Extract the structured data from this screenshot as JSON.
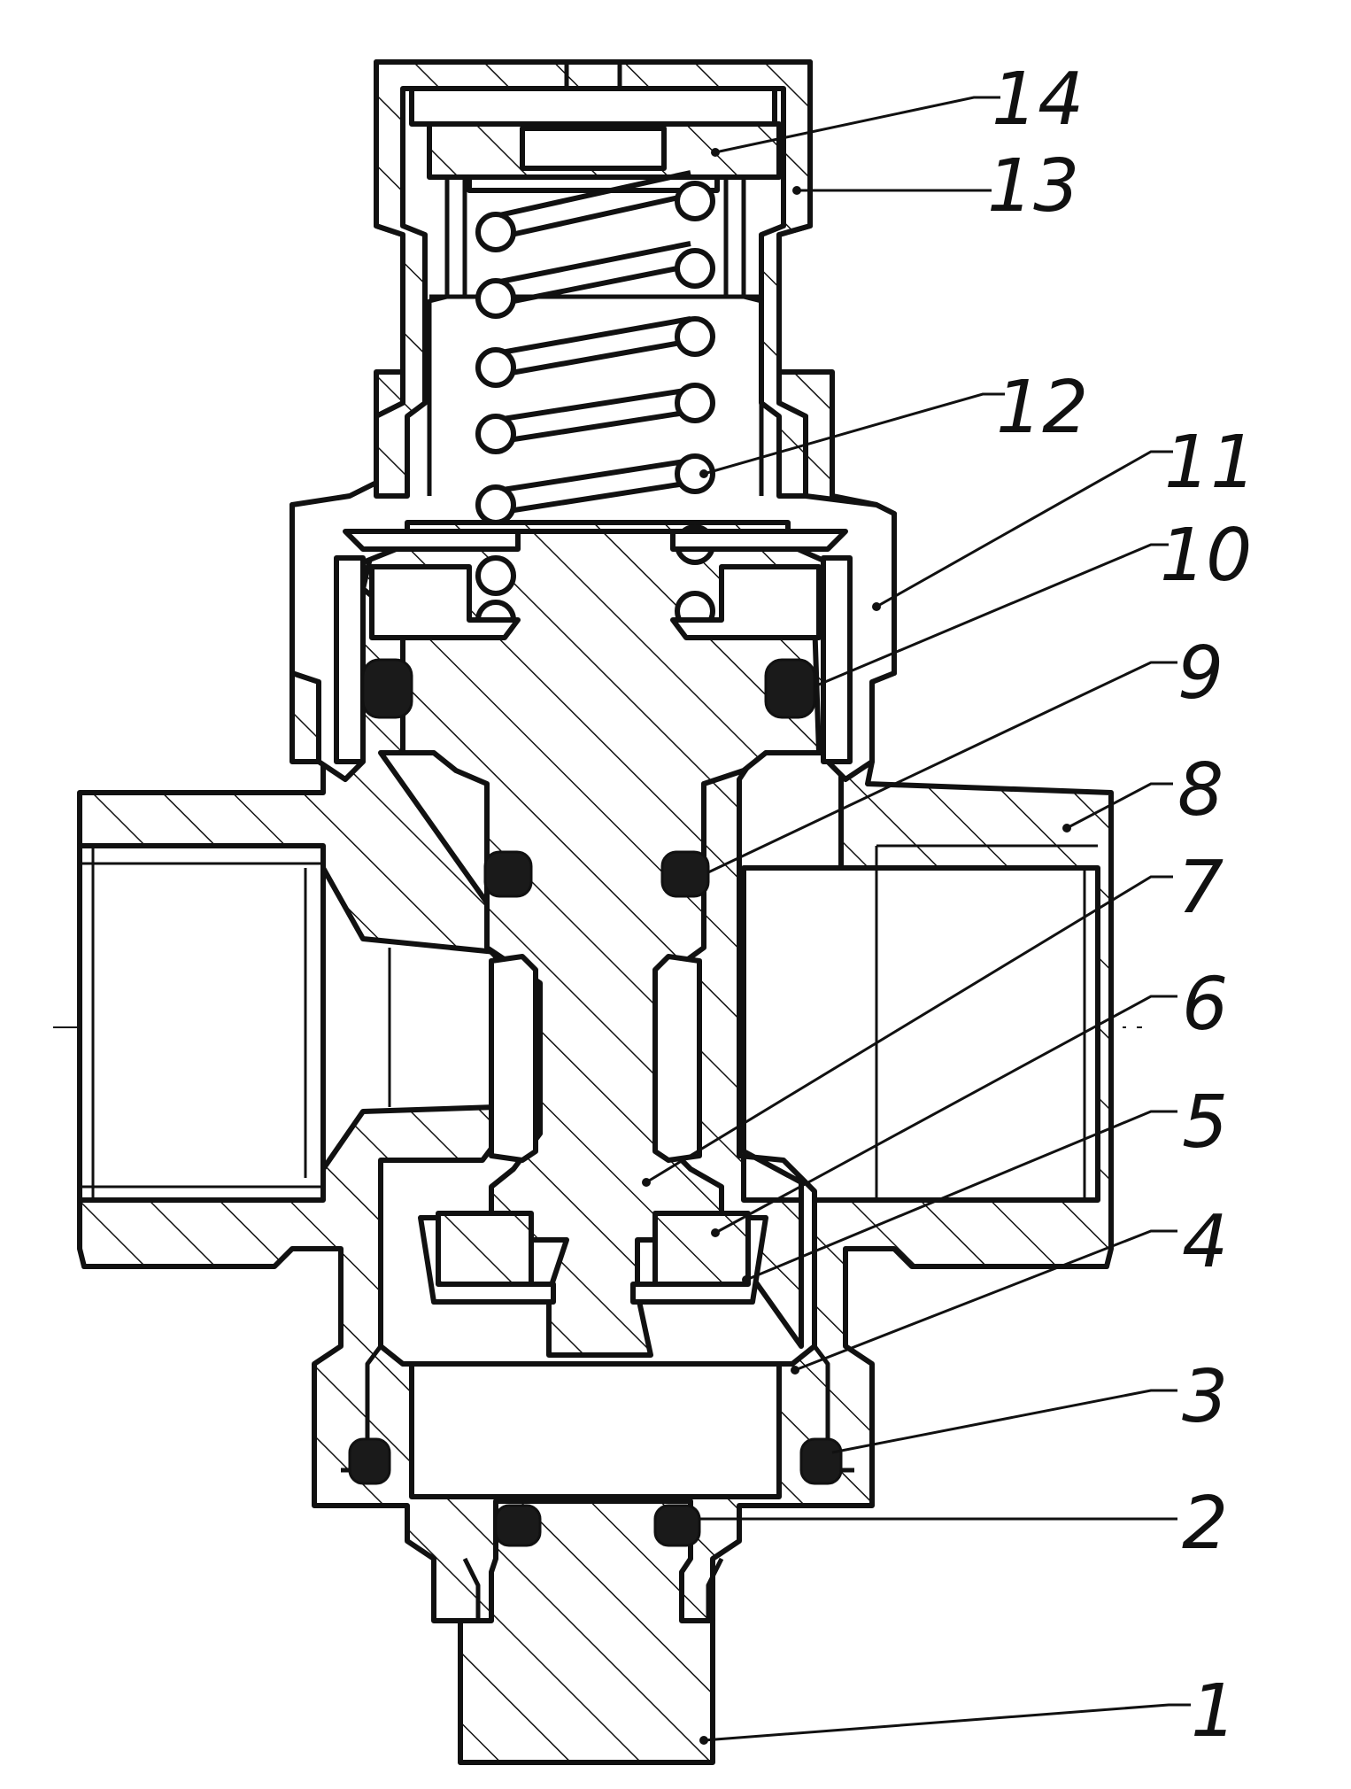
{
  "callouts": [
    {
      "id": "1",
      "label": "1"
    },
    {
      "id": "2",
      "label": "2"
    },
    {
      "id": "3",
      "label": "3"
    },
    {
      "id": "4",
      "label": "4"
    },
    {
      "id": "5",
      "label": "5"
    },
    {
      "id": "6",
      "label": "6"
    },
    {
      "id": "7",
      "label": "7"
    },
    {
      "id": "8",
      "label": "8"
    },
    {
      "id": "9",
      "label": "9"
    },
    {
      "id": "10",
      "label": "10"
    },
    {
      "id": "11",
      "label": "11"
    },
    {
      "id": "12",
      "label": "12"
    },
    {
      "id": "13",
      "label": "13"
    },
    {
      "id": "14",
      "label": "14"
    }
  ],
  "colors": {
    "line": "#111111",
    "background": "#ffffff",
    "seal": "#1a1a1a"
  }
}
